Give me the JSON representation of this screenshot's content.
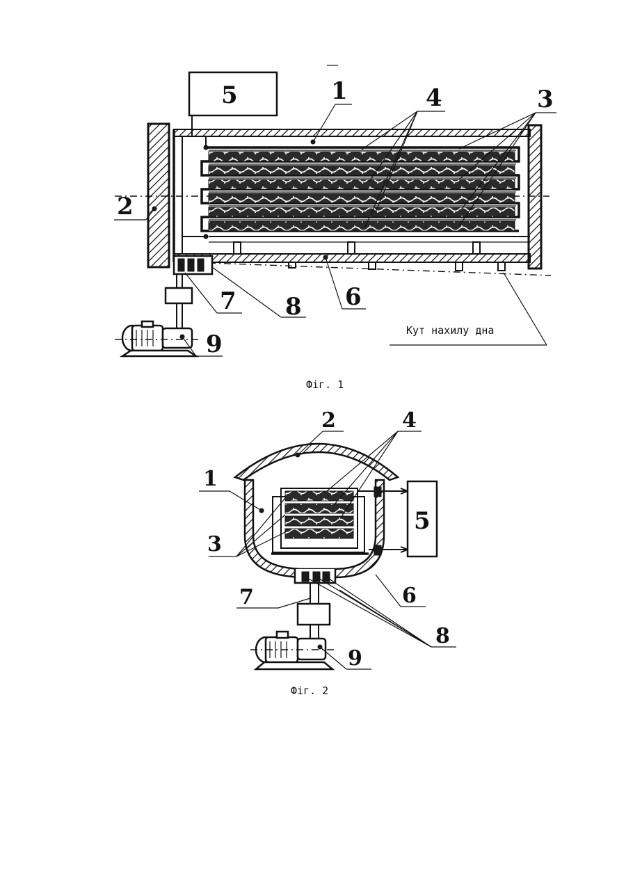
{
  "figure1": {
    "caption": "Фіг. 1",
    "note": "Кут нахилу дна",
    "labels": [
      "1",
      "2",
      "3",
      "4",
      "5",
      "6",
      "7",
      "8",
      "9"
    ]
  },
  "figure2": {
    "caption": "Фіг. 2",
    "labels": [
      "1",
      "2",
      "3",
      "4",
      "5",
      "6",
      "7",
      "8",
      "9"
    ]
  }
}
